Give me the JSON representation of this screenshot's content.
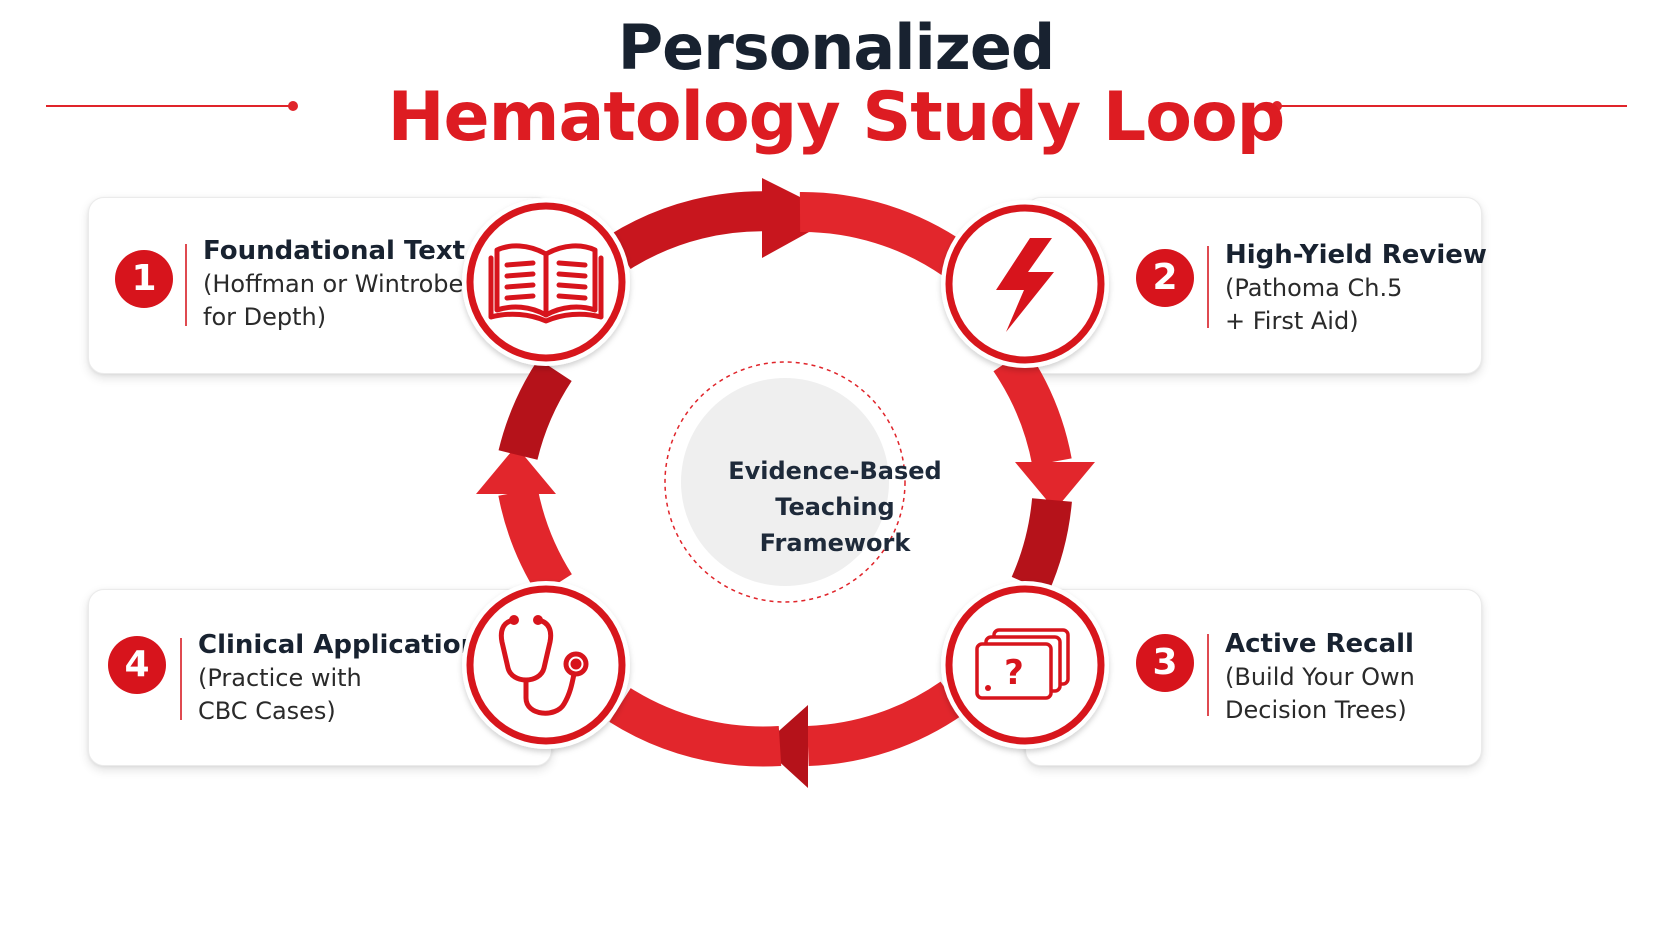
{
  "title": {
    "line1": "Personalized",
    "line2": "Hematology Study Loop"
  },
  "center": {
    "lines": [
      "Evidence-Based",
      "Teaching",
      "Framework"
    ]
  },
  "steps": [
    {
      "number": "1",
      "title": "Foundational Text",
      "description": "(Hoffman or Wintrobe\nfor Depth)",
      "icon": "open-book-icon"
    },
    {
      "number": "2",
      "title": "High-Yield Review",
      "description": "(Pathoma Ch.5\n+ First Aid)",
      "icon": "lightning-bolt-icon"
    },
    {
      "number": "3",
      "title": "Active Recall",
      "description": "(Build Your Own\nDecision Trees)",
      "icon": "flashcards-question-icon"
    },
    {
      "number": "4",
      "title": "Clinical Application",
      "description": "(Practice with\nCBC Cases)",
      "icon": "stethoscope-icon"
    }
  ],
  "colors": {
    "accent": "#dd1c22",
    "accent_dark": "#b5121a",
    "title_dark": "#182230"
  }
}
